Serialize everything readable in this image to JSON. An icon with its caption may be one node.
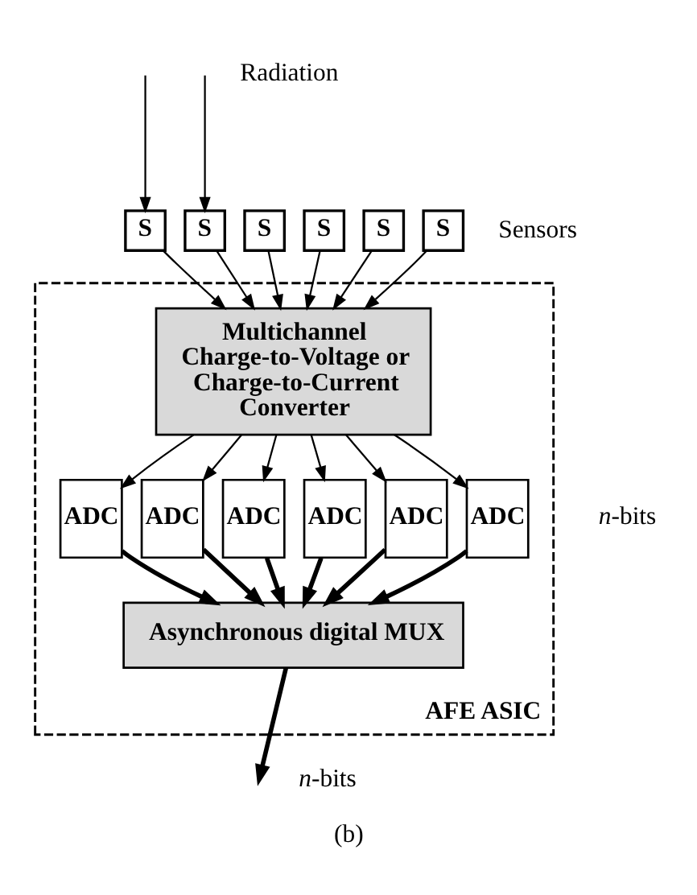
{
  "diagram": {
    "caption": "(b)",
    "nodes": [
      {
        "text": [
          "AFE ASIC"
        ]
      },
      {
        "text": [
          "S"
        ]
      },
      {
        "text": [
          "S"
        ]
      },
      {
        "text": [
          "S"
        ]
      },
      {
        "text": [
          "S"
        ]
      },
      {
        "text": [
          "S"
        ]
      },
      {
        "text": [
          "S"
        ],
        "beside": [
          "Sensors"
        ]
      },
      {
        "text": [
          "Multichannel Charge-to-Voltage or Charge-to-Current Converter"
        ],
        "in": 0
      },
      {
        "text": [
          "ADC"
        ],
        "in": 0
      },
      {
        "text": [
          "ADC"
        ],
        "in": 0
      },
      {
        "text": [
          "ADC"
        ],
        "in": 0
      },
      {
        "text": [
          "ADC"
        ],
        "in": 0
      },
      {
        "text": [
          "ADC"
        ],
        "in": 0
      },
      {
        "text": [
          "ADC"
        ],
        "in": 0
      },
      {
        "text": [
          "Asynchronous digital MUX"
        ],
        "in": 0
      }
    ],
    "edges": [
      {
        "from": null,
        "to": 1,
        "arrow": "to"
      },
      {
        "from": null,
        "to": 2,
        "arrow": "to"
      },
      {
        "from": 1,
        "to": 7,
        "arrow": "to"
      },
      {
        "from": 2,
        "to": 7,
        "arrow": "to"
      },
      {
        "from": 3,
        "to": 7,
        "arrow": "to"
      },
      {
        "from": 4,
        "to": 7,
        "arrow": "to"
      },
      {
        "from": 5,
        "to": 7,
        "arrow": "to"
      },
      {
        "from": 6,
        "to": 7,
        "arrow": "to"
      },
      {
        "from": 7,
        "to": 8,
        "arrow": "to"
      },
      {
        "from": 7,
        "to": 9,
        "arrow": "to"
      },
      {
        "from": 7,
        "to": 10,
        "arrow": "to"
      },
      {
        "from": 7,
        "to": 11,
        "arrow": "to"
      },
      {
        "from": 7,
        "to": 12,
        "arrow": "to"
      },
      {
        "from": 7,
        "to": 13,
        "arrow": "to"
      },
      {
        "from": 8,
        "to": 14,
        "arrow": "to",
        "style": "thick"
      },
      {
        "from": 9,
        "to": 14,
        "arrow": "to",
        "style": "thick"
      },
      {
        "from": 10,
        "to": 14,
        "arrow": "to",
        "style": "thick"
      },
      {
        "from": 11,
        "to": 14,
        "arrow": "to",
        "style": "thick"
      },
      {
        "from": 12,
        "to": 14,
        "arrow": "to",
        "style": "thick"
      },
      {
        "from": 13,
        "to": 14,
        "arrow": "to",
        "style": "thick"
      },
      {
        "from": 14,
        "to": null,
        "arrow": "to",
        "style": "thick"
      }
    ],
    "labels": [
      "Radiation",
      "*n*-bits",
      "*n*-bits"
    ]
  }
}
